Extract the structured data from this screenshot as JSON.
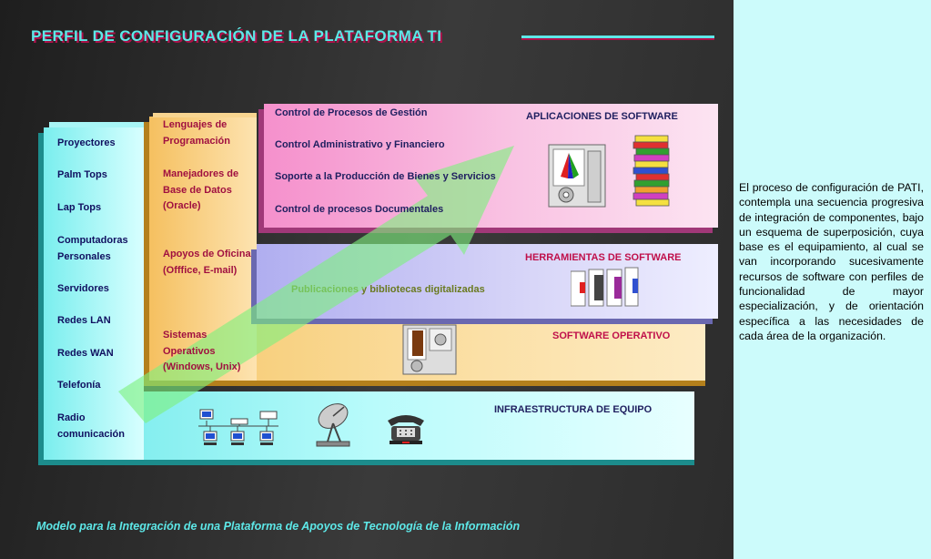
{
  "title": "PERFIL DE CONFIGURACIÓN DE LA PLATAFORMA TI",
  "footer": "Modelo para la Integración de una Plataforma de Apoyos de Tecnología de la Información",
  "description": "El proceso de configuración de PATI, contempla una secuencia progresiva de integración de componentes, bajo un esquema de superposición, cuya base es el equipamiento, al cual se van incorporando sucesivamente recursos de software con perfiles de funcionalidad de mayor especialización, y de orientación específica a las necesidades de cada área de la organización.",
  "hardware_column": [
    "Proyectores",
    "Palm Tops",
    "Lap Tops",
    "Computadoras Personales",
    "Servidores",
    "Redes LAN",
    "Redes WAN",
    "Telefonía",
    "Radio comunicación"
  ],
  "software_column": [
    "Lenguajes de Programación",
    "Manejadores de Base de Datos (Oracle)",
    "Apoyos de Oficina (Offfice, E-mail)",
    "Sistemas Operativos (Windows, Unix)"
  ],
  "layers": {
    "applications": {
      "label": "APLICACIONES DE SOFTWARE",
      "items": [
        "Control de Procesos de Gestión",
        "Control Administrativo y Financiero",
        "Soporte a la Producción de Bienes y Servicios",
        "Control de procesos Documentales"
      ]
    },
    "tools": {
      "label": "HERRAMIENTAS DE SOFTWARE",
      "items": [
        "Publicaciones y bibliotecas digitalizadas"
      ]
    },
    "operating": {
      "label": "SOFTWARE OPERATIVO"
    },
    "infrastructure": {
      "label": "INFRAESTRUCTURA DE EQUIPO"
    }
  },
  "colors": {
    "accent": "#5de8e8",
    "shadow": "#b0104a",
    "app_layer": "#f7a9d6",
    "tools_layer": "#c9c6f5",
    "os_layer": "#f9cf7a",
    "infra_layer": "#8ff7f7",
    "arrow": "#7ef07e"
  },
  "icons": [
    "software-box-icon",
    "books-stack-icon",
    "software-boxes-icon",
    "disk-box-icon",
    "network-computers-icon",
    "satellite-dish-icon",
    "telephone-icon"
  ]
}
